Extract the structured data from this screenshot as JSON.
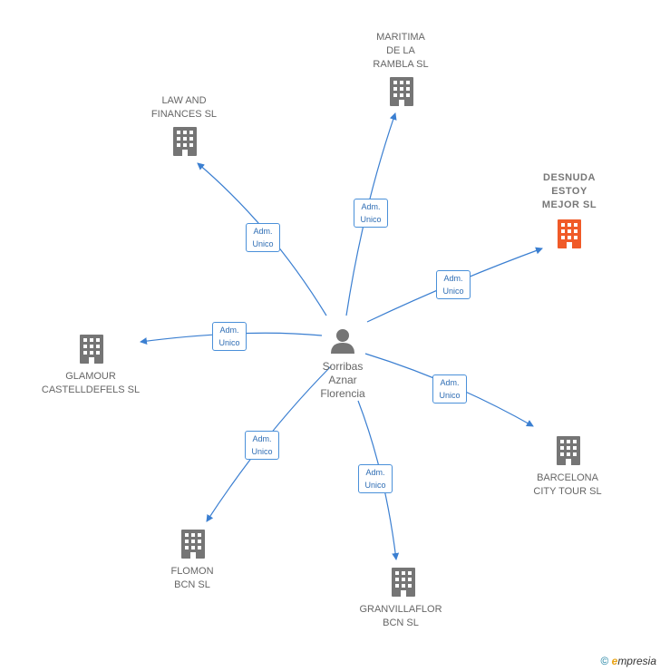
{
  "diagram": {
    "center": {
      "name": "Sorribas\nAznar\nFlorencia",
      "icon": "person-icon"
    },
    "relation_label": "Adm.\nUnico",
    "companies": [
      {
        "id": "maritima",
        "name": "MARITIMA\nDE LA\nRAMBLA SL",
        "highlighted": false
      },
      {
        "id": "law",
        "name": "LAW AND\nFINANCES SL",
        "highlighted": false
      },
      {
        "id": "desnuda",
        "name": "DESNUDA\nESTOY\nMEJOR SL",
        "highlighted": true
      },
      {
        "id": "glamour",
        "name": "GLAMOUR\nCASTELLDEFELS SL",
        "highlighted": false
      },
      {
        "id": "barcelona",
        "name": "BARCELONA\nCITY TOUR SL",
        "highlighted": false
      },
      {
        "id": "flomon",
        "name": "FLOMON\nBCN SL",
        "highlighted": false
      },
      {
        "id": "granvillaflor",
        "name": "GRANVILLAFLOR\nBCN SL",
        "highlighted": false
      }
    ],
    "edges": [
      {
        "to": "maritima",
        "label": "Adm.\nUnico"
      },
      {
        "to": "law",
        "label": "Adm.\nUnico"
      },
      {
        "to": "desnuda",
        "label": "Adm.\nUnico"
      },
      {
        "to": "glamour",
        "label": "Adm.\nUnico"
      },
      {
        "to": "barcelona",
        "label": "Adm.\nUnico"
      },
      {
        "to": "flomon",
        "label": "Adm.\nUnico"
      },
      {
        "to": "granvillaflor",
        "label": "Adm.\nUnico"
      }
    ],
    "colors": {
      "edge": "#3b7fd1",
      "building": "#757575",
      "building_highlight": "#f05a28",
      "person": "#757575"
    }
  },
  "footer": {
    "copyright": "©",
    "brand_initial": "e",
    "brand_rest": "mpresia"
  }
}
